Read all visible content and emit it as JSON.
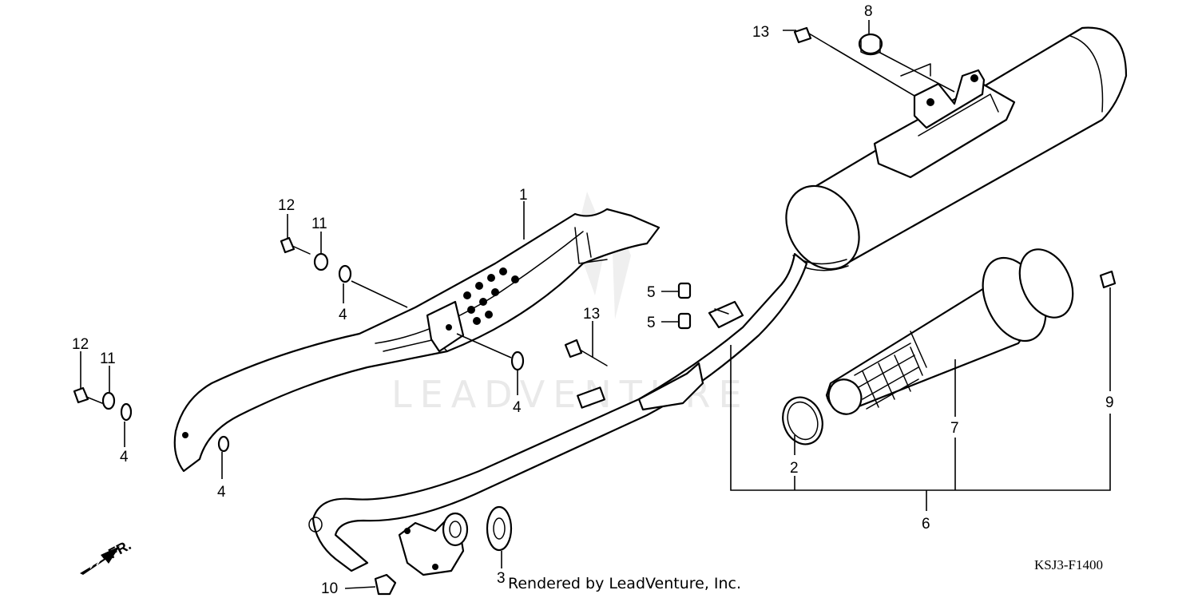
{
  "callouts": [
    {
      "id": "c1",
      "label": "1"
    },
    {
      "id": "c2",
      "label": "2"
    },
    {
      "id": "c3",
      "label": "3"
    },
    {
      "id": "c4a",
      "label": "4"
    },
    {
      "id": "c4b",
      "label": "4"
    },
    {
      "id": "c4c",
      "label": "4"
    },
    {
      "id": "c4d",
      "label": "4"
    },
    {
      "id": "c5a",
      "label": "5"
    },
    {
      "id": "c5b",
      "label": "5"
    },
    {
      "id": "c6",
      "label": "6"
    },
    {
      "id": "c7",
      "label": "7"
    },
    {
      "id": "c8",
      "label": "8"
    },
    {
      "id": "c9",
      "label": "9"
    },
    {
      "id": "c10",
      "label": "10"
    },
    {
      "id": "c11a",
      "label": "11"
    },
    {
      "id": "c11b",
      "label": "11"
    },
    {
      "id": "c12a",
      "label": "12"
    },
    {
      "id": "c12b",
      "label": "12"
    },
    {
      "id": "c13a",
      "label": "13"
    },
    {
      "id": "c13b",
      "label": "13"
    }
  ],
  "direction_label": "FR.",
  "diagram_code": "KSJ3-F1400",
  "rendered_by": "Rendered by LeadVenture, Inc.",
  "watermark": "LEADVENTURE"
}
